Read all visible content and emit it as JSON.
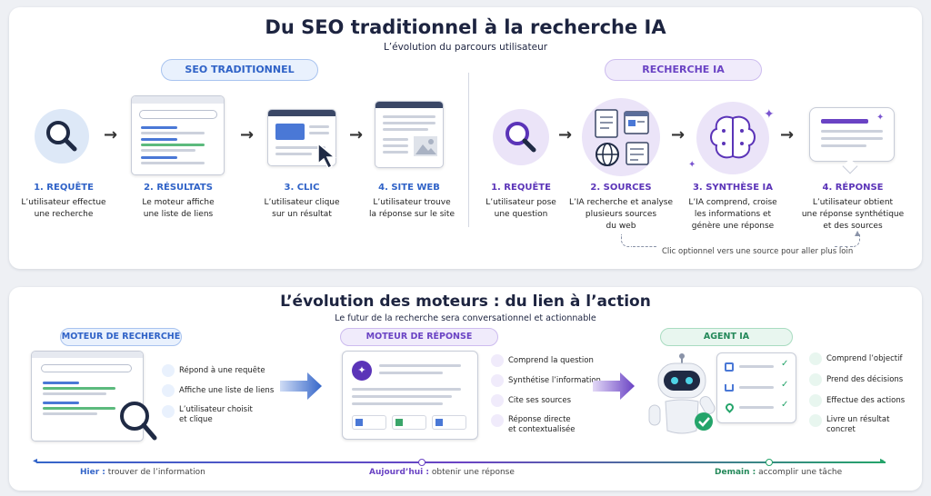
{
  "top": {
    "title": "Du SEO traditionnel à la recherche IA",
    "subtitle": "L’évolution du parcours utilisateur",
    "seo_label": "SEO TRADITIONNEL",
    "ia_label": "RECHERCHE IA",
    "seo_steps": [
      {
        "title": "1. REQUÊTE",
        "desc1": "L’utilisateur effectue",
        "desc2": "une recherche"
      },
      {
        "title": "2. RÉSULTATS",
        "desc1": "Le moteur affiche",
        "desc2": "une liste de liens"
      },
      {
        "title": "3. CLIC",
        "desc1": "L’utilisateur clique",
        "desc2": "sur un résultat"
      },
      {
        "title": "4. SITE WEB",
        "desc1": "L’utilisateur trouve",
        "desc2": "la réponse sur le site"
      }
    ],
    "ia_steps": [
      {
        "title": "1. REQUÊTE",
        "desc1": "L’utilisateur pose",
        "desc2": "une question",
        "desc3": ""
      },
      {
        "title": "2. SOURCES",
        "desc1": "L’IA recherche et analyse",
        "desc2": "plusieurs sources",
        "desc3": "du web"
      },
      {
        "title": "3. SYNTHÈSE IA",
        "desc1": "L’IA comprend, croise",
        "desc2": "les informations et",
        "desc3": "génère une réponse"
      },
      {
        "title": "4. RÉPONSE",
        "desc1": "L’utilisateur obtient",
        "desc2": "une réponse synthétique",
        "desc3": "et des sources"
      }
    ],
    "optional_click": "Clic optionnel vers une source pour aller plus loin"
  },
  "bottom": {
    "title": "L’évolution des moteurs :  du lien à l’action",
    "subtitle": "Le futur de la recherche sera conversationnel et actionnable",
    "col1_label": "MOTEUR DE RECHERCHE",
    "col2_label": "MOTEUR DE RÉPONSE",
    "col3_label": "AGENT IA",
    "col1_features": [
      "Répond à une requête",
      "Affiche une liste de liens",
      "L’utilisateur choisit",
      "et clique"
    ],
    "col2_features": [
      "Comprend la question",
      "Synthétise l’information",
      "Cite ses sources",
      "Réponse directe",
      "et contextualisée"
    ],
    "col3_features": [
      "Comprend l’objectif",
      "Prend des décisions",
      "Effectue des actions",
      "Livre un résultat",
      "concret"
    ],
    "timeline": {
      "hier_key": "Hier :",
      "hier_val": "trouver de l’information",
      "auj_key": "Aujourd’hui :",
      "auj_val": "obtenir une réponse",
      "dem_key": "Demain :",
      "dem_val": "accomplir une tâche"
    }
  },
  "colors": {
    "blue": "#2f62c7",
    "purple": "#6a43c4",
    "green": "#24895a"
  }
}
